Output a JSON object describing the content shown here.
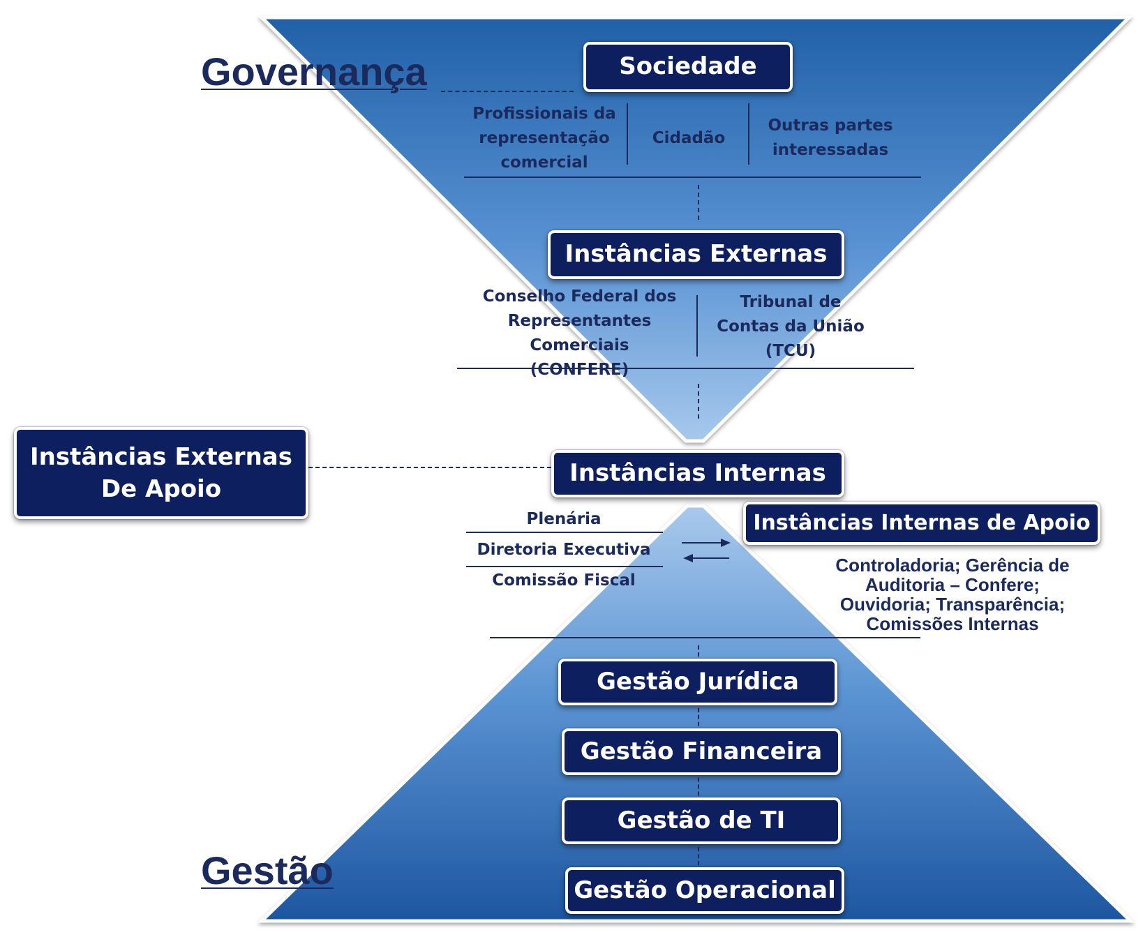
{
  "titles": {
    "governanca": "Governança",
    "gestao": "Gestão"
  },
  "boxes": {
    "sociedade": "Sociedade",
    "instancias_externas": "Instâncias Externas",
    "instancias_externas_apoio": "Instâncias Externas De Apoio",
    "instancias_internas": "Instâncias Internas",
    "instancias_internas_apoio": "Instâncias Internas de Apoio",
    "gestao_juridica": "Gestão Jurídica",
    "gestao_financeira": "Gestão Financeira",
    "gestao_ti": "Gestão de TI",
    "gestao_operacional": "Gestão Operacional"
  },
  "sociedade_items": {
    "profissionais": "Profissionais da representação comercial",
    "cidadao": "Cidadão",
    "outras_partes": "Outras partes interessadas"
  },
  "externas_items": {
    "confere": "Conselho Federal dos Representantes Comerciais (CONFERE)",
    "tcu": "Tribunal de Contas da União (TCU)"
  },
  "internas_items": {
    "plenaria": "Plenária",
    "diretoria": "Diretoria Executiva",
    "comissao": "Comissão Fiscal"
  },
  "apoio_interno_text": "Controladoria; Gerência de Auditoria – Confere; Ouvidoria; Transparência; Comissões Internas",
  "colors": {
    "box_fill": "#0d1f5e",
    "text_dark": "#1b2a5c",
    "cone_light": "#a9c8ec",
    "cone_dark": "#1f5aa0"
  }
}
